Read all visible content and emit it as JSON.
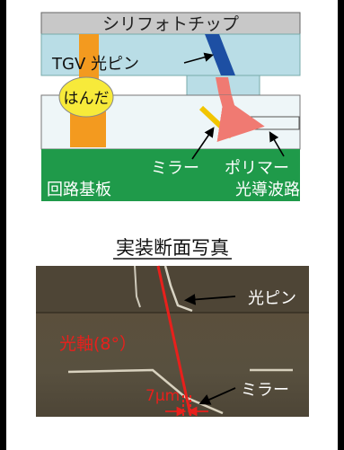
{
  "diagram": {
    "chip_label": "シリフォトチップ",
    "tgv_label": "TGV 光ピン",
    "solder_label": "はんだ",
    "mirror_label": "ミラー",
    "polymer_label": "ポリマー",
    "waveguide_label": "光導波路",
    "substrate_label": "回路基板"
  },
  "photo": {
    "title": "実装断面写真",
    "light_pin_label": "光ピン",
    "optical_axis_label": "光軸(8°）",
    "mirror_label": "ミラー",
    "offset_label": "7μm"
  },
  "colors": {
    "chip": "#c8c8c8",
    "glass": "#b9dde6",
    "solder": "#f7ea3a",
    "pillar": "#f39a1f",
    "substrate": "#1f9a4a",
    "light_pin": "#1d4fa3",
    "beam": "#f07a72",
    "mirror": "#f2c500",
    "photo_line": "#e8201c"
  }
}
